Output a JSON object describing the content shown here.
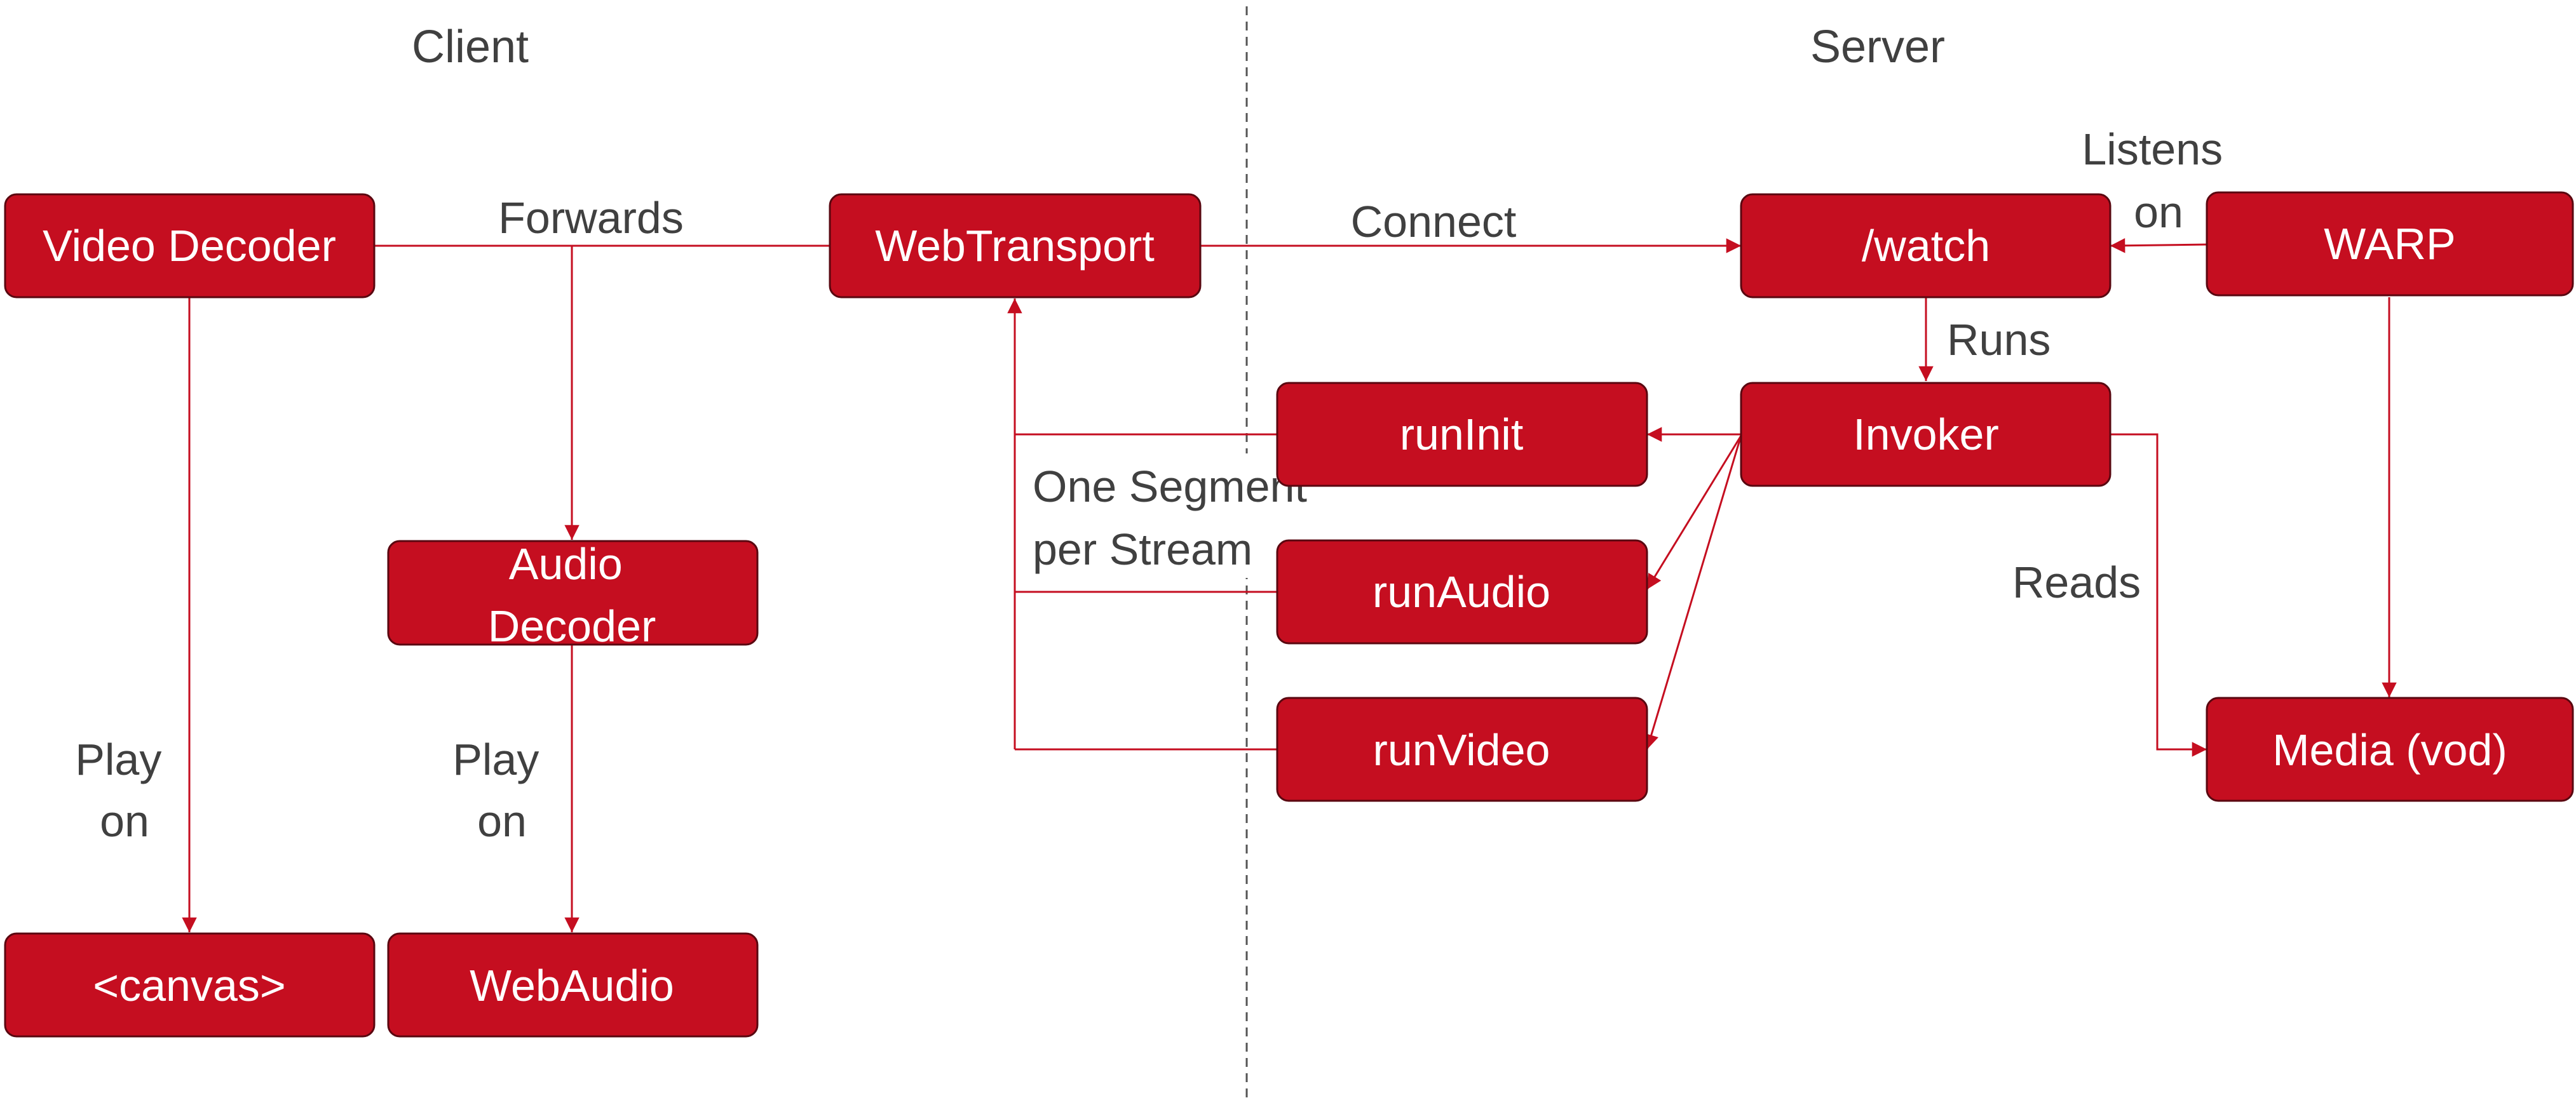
{
  "sections": {
    "client": "Client",
    "server": "Server"
  },
  "colors": {
    "box_fill": "#C50E20",
    "box_text": "#FFFFFF",
    "connector": "#C50E20",
    "label_text": "#404040",
    "divider": "#555555"
  },
  "boxes": {
    "video_decoder": "Video Decoder",
    "webtransport": "WebTransport",
    "audio_decoder": [
      "Audio",
      "Decoder"
    ],
    "canvas": "<canvas>",
    "webaudio": "WebAudio",
    "watch": "/watch",
    "warp": "WARP",
    "invoker": "Invoker",
    "run_init": "runInit",
    "run_audio": "runAudio",
    "run_video": "runVideo",
    "media": "Media (vod)"
  },
  "labels": {
    "forwards": "Forwards",
    "connect": "Connect",
    "listens_on": [
      "Listens",
      "on"
    ],
    "runs": "Runs",
    "one_segment": [
      "One Segment",
      "per Stream"
    ],
    "reads": "Reads",
    "play_on_video": [
      "Play",
      "on"
    ],
    "play_on_audio": [
      "Play",
      "on"
    ]
  }
}
